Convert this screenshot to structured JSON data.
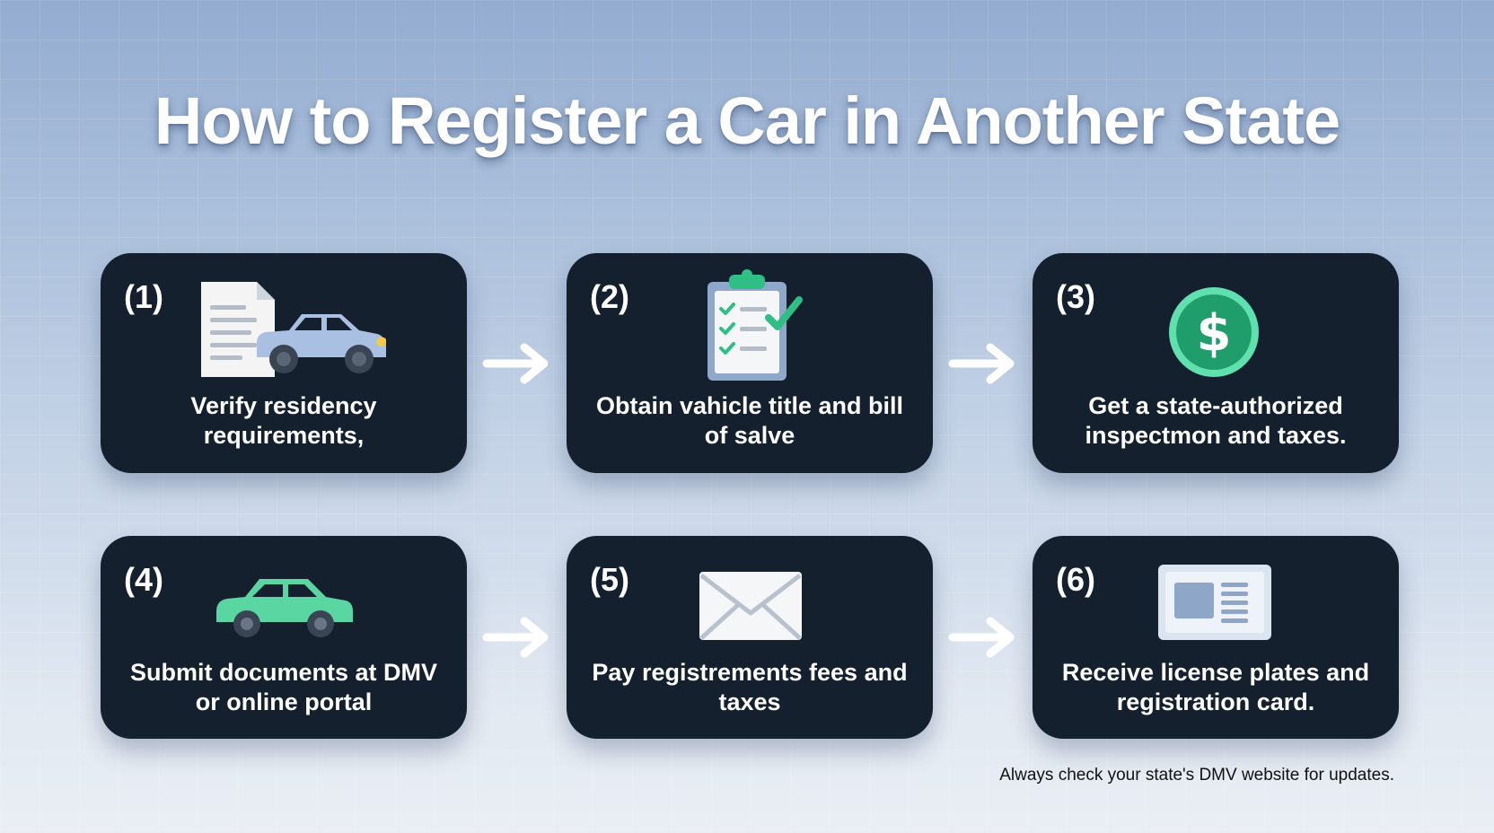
{
  "title": "How to Register a Car in Another State",
  "steps": [
    {
      "number": "(1)",
      "text": "Verify residency requirements,",
      "icon": "document-and-car-icon"
    },
    {
      "number": "(2)",
      "text": "Obtain vahicle title and bill of salve",
      "icon": "clipboard-checklist-icon"
    },
    {
      "number": "(3)",
      "text": "Get a state-authorized inspectmon and taxes.",
      "icon": "dollar-coin-icon"
    },
    {
      "number": "(4)",
      "text": "Submit documents at DMV or online portal",
      "icon": "car-icon"
    },
    {
      "number": "(5)",
      "text": "Pay registrements fees and taxes",
      "icon": "envelope-icon"
    },
    {
      "number": "(6)",
      "text": "Receive license plates and registration card.",
      "icon": "registration-card-icon"
    }
  ],
  "footnote": "Always check your state's DMV website for updates.",
  "colors": {
    "card": "#14202e",
    "accent_green": "#2fbf86",
    "car_blue": "#a9c0e2",
    "car_green": "#5ad6a3"
  }
}
